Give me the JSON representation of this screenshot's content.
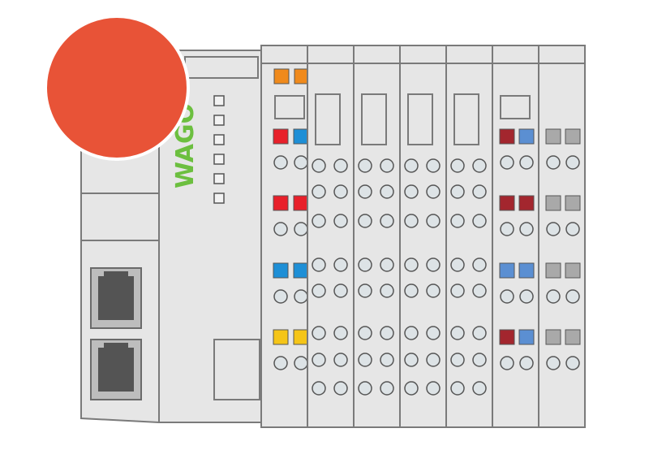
{
  "device": {
    "brand": "WAGO",
    "coupler_leds": 6,
    "ethernet_ports": 2,
    "modules": [
      {
        "type": "supply",
        "has_window": true,
        "window": "wide",
        "led_rows": [
          [
            "orange",
            "orange"
          ]
        ],
        "terminal_groups": [
          {
            "leds": [
              "red",
              "blue"
            ],
            "holes": 1
          },
          {
            "leds": [
              "red",
              "red"
            ],
            "holes": 1
          },
          {
            "leds": [
              "blue",
              "blue"
            ],
            "holes": 1
          },
          {
            "leds": [
              "yellow",
              "yellow"
            ],
            "holes": 1
          }
        ]
      },
      {
        "type": "io-plain",
        "window": "tall",
        "hole_rows": [
          1,
          1,
          1,
          0,
          1,
          1,
          0,
          1,
          1,
          1
        ]
      },
      {
        "type": "io-plain",
        "window": "tall",
        "hole_rows": [
          1,
          1,
          1,
          0,
          1,
          1,
          0,
          1,
          1,
          1
        ]
      },
      {
        "type": "io-plain",
        "window": "tall",
        "hole_rows": [
          1,
          1,
          1,
          0,
          1,
          1,
          0,
          1,
          1,
          1
        ]
      },
      {
        "type": "io-plain",
        "window": "tall",
        "hole_rows": [
          1,
          1,
          1,
          0,
          1,
          1,
          0,
          1,
          1,
          1
        ]
      },
      {
        "type": "io-led",
        "window": "wide",
        "terminal_groups": [
          {
            "leds": [
              "darkred",
              "steelblue"
            ]
          },
          {
            "leds": [
              "darkred",
              "darkred"
            ]
          },
          {
            "leds": [
              "steelblue",
              "steelblue"
            ]
          },
          {
            "leds": [
              "darkred",
              "steelblue"
            ]
          }
        ]
      },
      {
        "type": "io-led",
        "window": "none",
        "terminal_groups": [
          {
            "leds": [
              "gray",
              "gray"
            ]
          },
          {
            "leds": [
              "gray",
              "gray"
            ]
          },
          {
            "leds": [
              "gray",
              "gray"
            ]
          },
          {
            "leds": [
              "gray",
              "gray"
            ]
          }
        ]
      }
    ]
  },
  "colors": {
    "housing": "#e6e6e6",
    "outline": "#7a7a7a",
    "hole": "#dde3e6",
    "logo_green": "#6cbf3f",
    "badge": "#e85337",
    "led": {
      "orange": "#f08a1c",
      "red": "#e8202a",
      "blue": "#1e8fd6",
      "yellow": "#f5c518",
      "darkred": "#a3262e",
      "steelblue": "#5b8fd2",
      "gray": "#a9a9a9"
    }
  }
}
